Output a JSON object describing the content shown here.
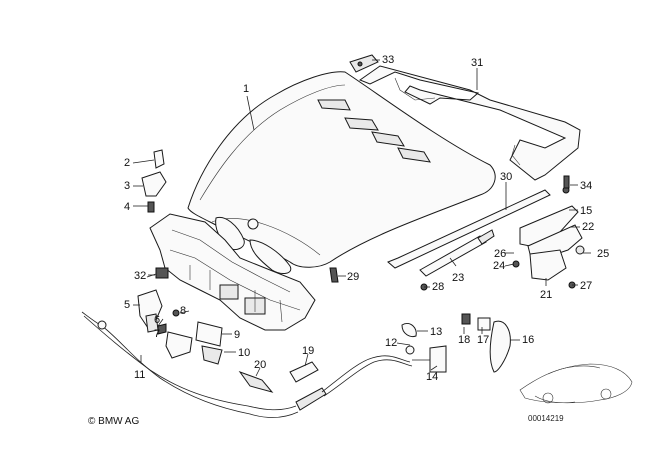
{
  "diagram": {
    "callouts": {
      "n1": "1",
      "n2": "2",
      "n3": "3",
      "n4": "4",
      "n5": "5",
      "n6": "6",
      "n7": "7",
      "n8": "8",
      "n9": "9",
      "n10": "10",
      "n11": "11",
      "n12": "12",
      "n13": "13",
      "n14": "14",
      "n15": "15",
      "n16": "16",
      "n17": "17",
      "n18": "18",
      "n19": "19",
      "n20": "20",
      "n21": "21",
      "n22": "22",
      "n23": "23",
      "n24": "24",
      "n25": "25",
      "n26": "26",
      "n27": "27",
      "n28": "28",
      "n29": "29",
      "n30": "30",
      "n31": "31",
      "n32": "32",
      "n33": "33",
      "n34": "34"
    },
    "copyright": "© BMW AG",
    "reference_number": "00014219"
  }
}
